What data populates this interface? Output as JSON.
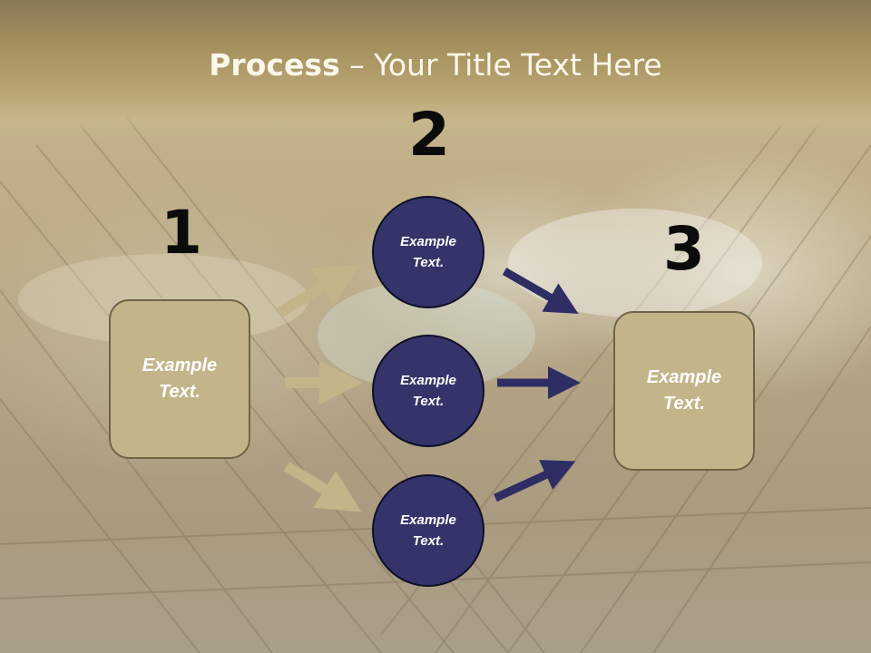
{
  "slide": {
    "title_bold": "Process",
    "title_rest": " – Your Title Text Here"
  },
  "steps": [
    {
      "number": "1",
      "label": "Example Text."
    },
    {
      "number": "2",
      "items": [
        "Example Text.",
        "Example Text.",
        "Example Text."
      ]
    },
    {
      "number": "3",
      "label": "Example Text."
    }
  ],
  "colors": {
    "box_fill": "#c4b48a",
    "circle_fill": "#34346a",
    "tan_arrow": "#c4b48a",
    "navy_arrow": "#2e2e64",
    "title_band": "#a6935f"
  }
}
